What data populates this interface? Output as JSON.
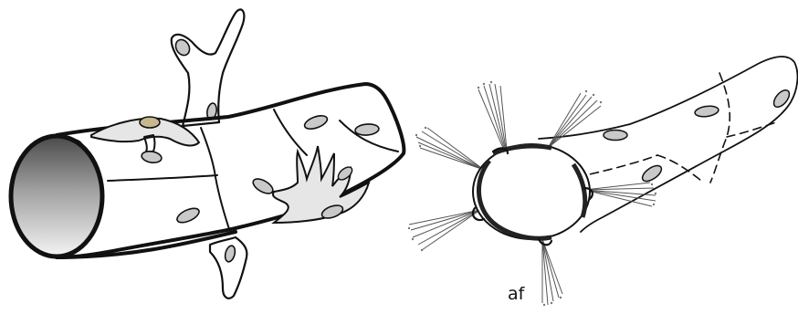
{
  "figure": {
    "panels": [
      {
        "id": "left",
        "description_key": "capillary-with-pericytes-solid"
      },
      {
        "id": "right",
        "description_key": "capillary-with-anchoring-filaments"
      }
    ],
    "labels": {
      "af": "af"
    },
    "colors": {
      "outline": "#111111",
      "nucleus_fill": "#c9c9c9",
      "lumen_dark": "#555555",
      "lumen_light": "#f2f2f2",
      "pericyte_fill": "#e6e6e6",
      "highlight_nucleus": "#c8b890"
    }
  }
}
